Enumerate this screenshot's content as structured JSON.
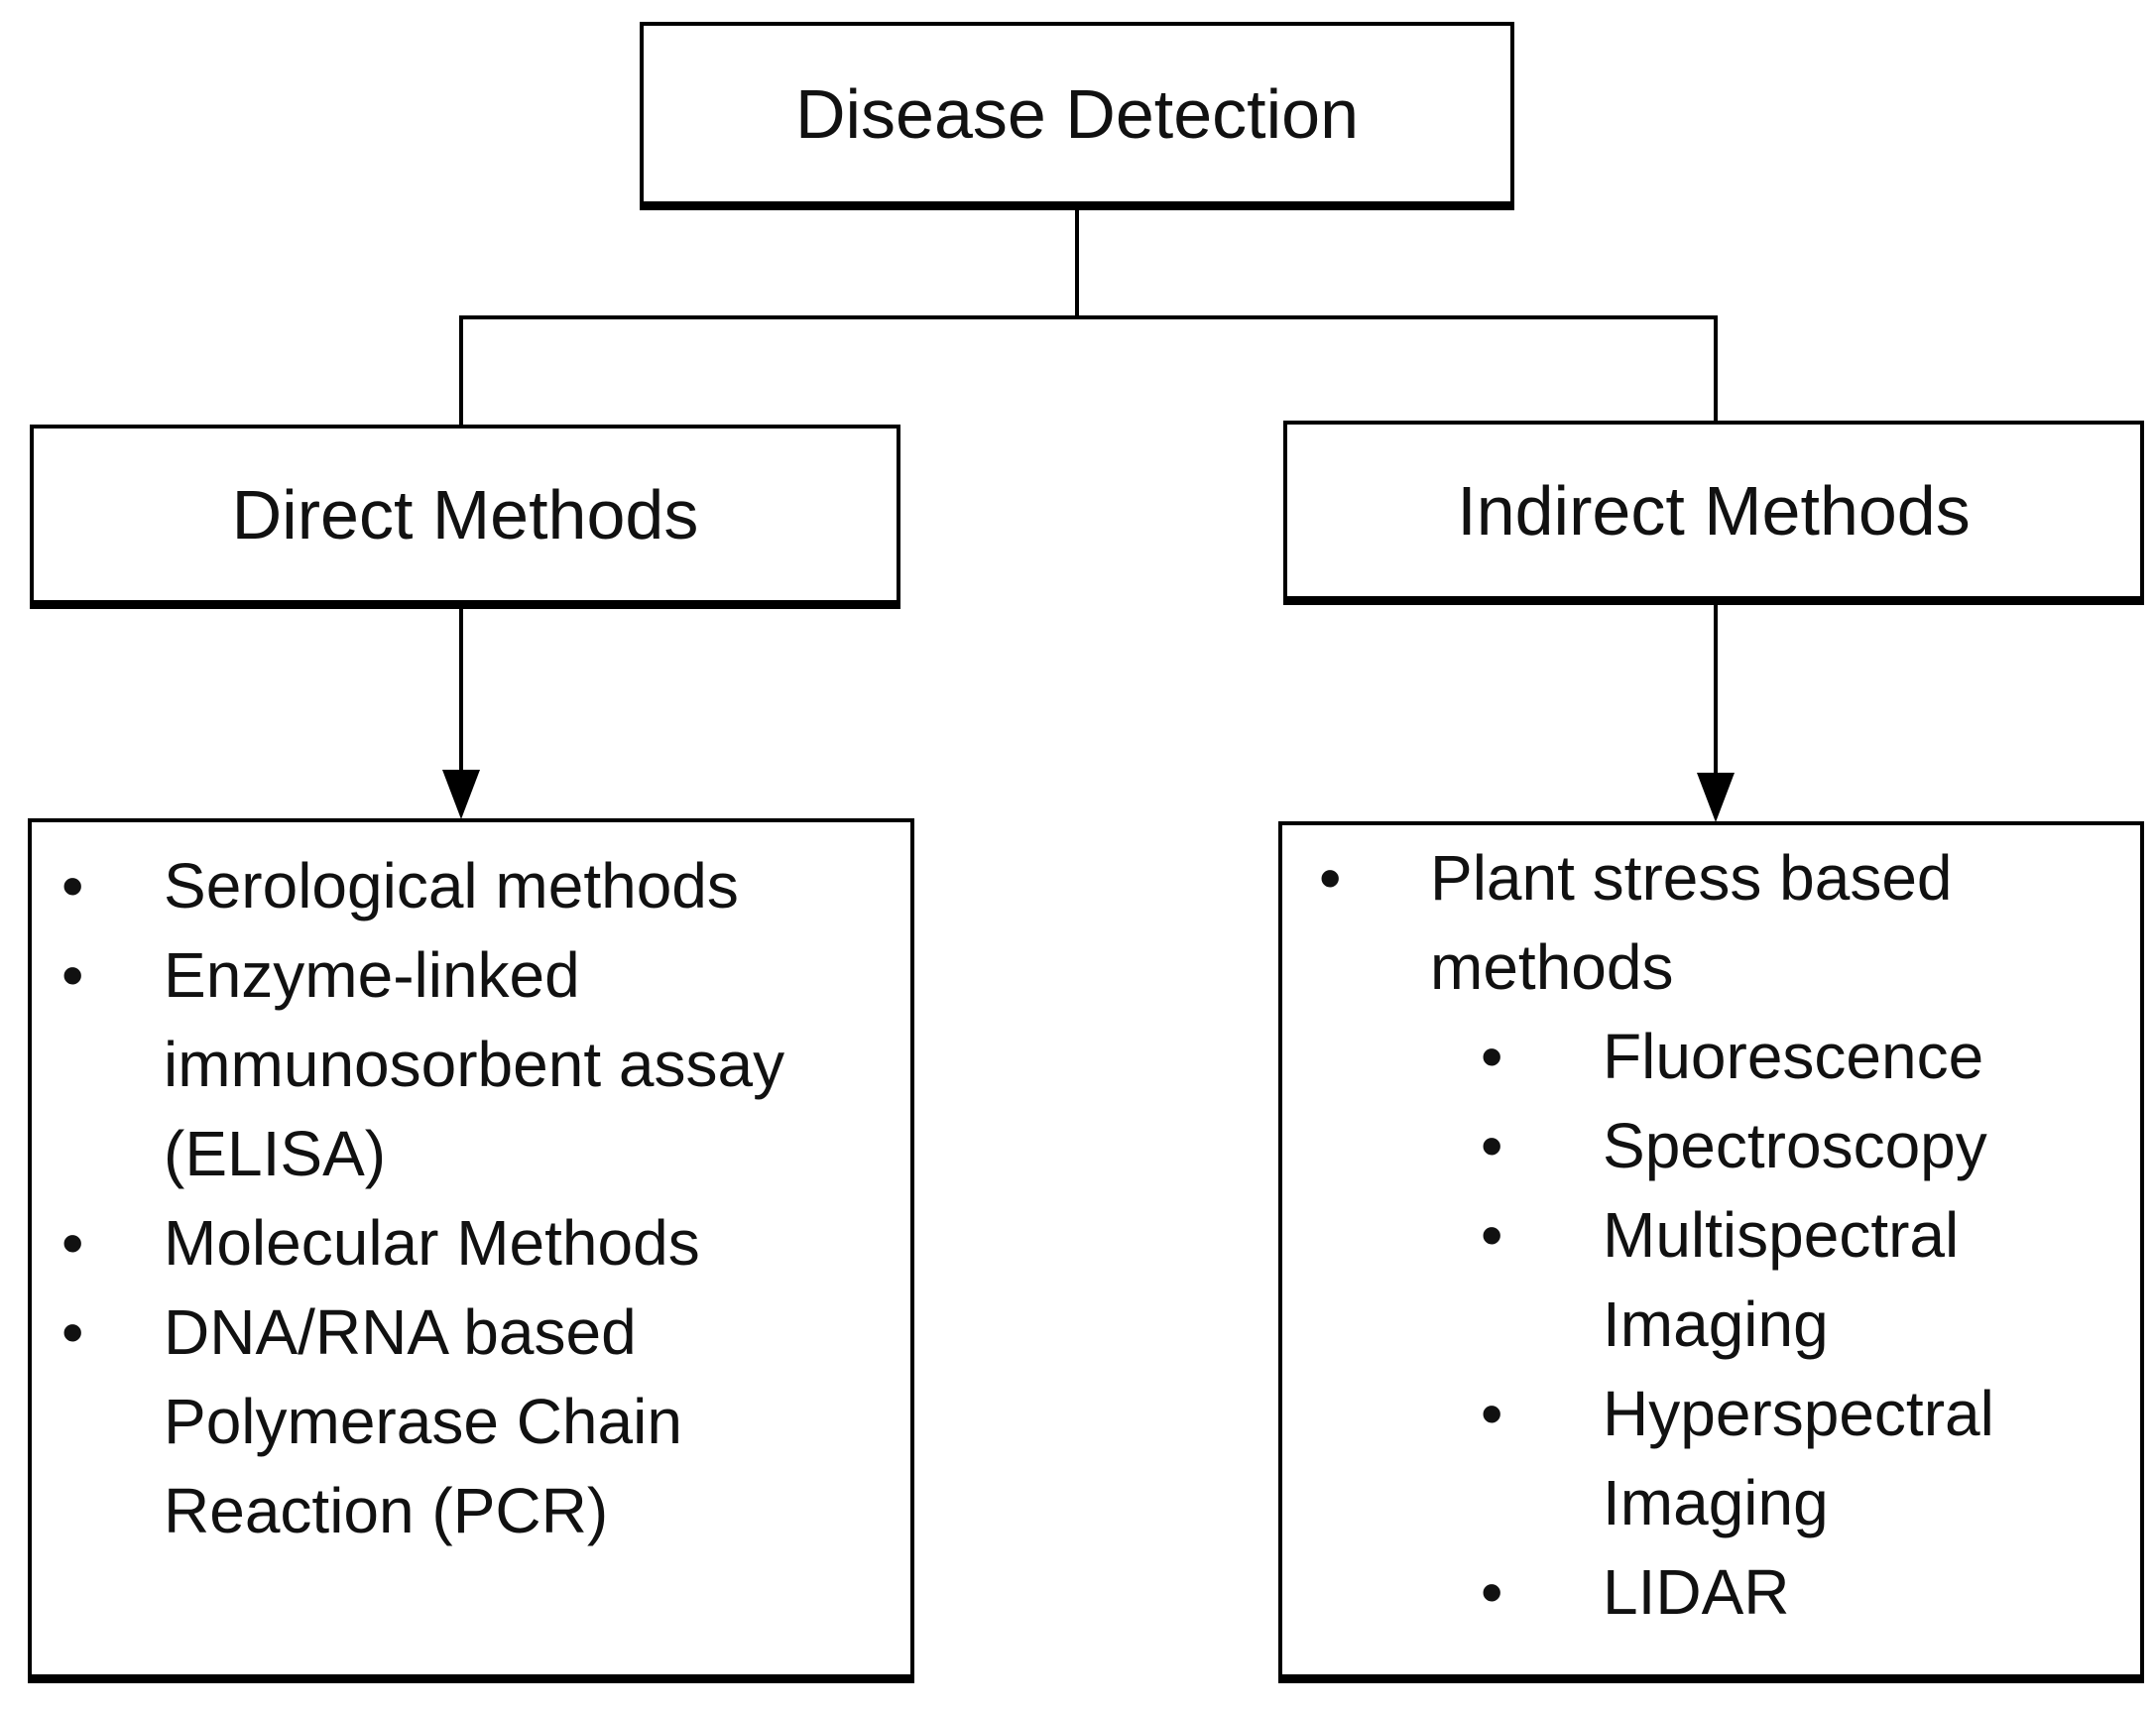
{
  "diagram": {
    "root_label": "Disease Detection",
    "bullet_glyph": "•",
    "left_branch": {
      "label": "Direct Methods",
      "items": [
        "Serological methods",
        "Enzyme-linked immunosorbent assay (ELISA)",
        "Molecular Methods",
        "DNA/RNA based Polymerase Chain Reaction (PCR)"
      ]
    },
    "right_branch": {
      "label": "Indirect Methods",
      "items": [
        "Plant stress based methods"
      ],
      "sub_items": [
        "Fluorescence",
        "Spectroscopy",
        "Multispectral Imaging",
        "Hyperspectral Imaging",
        "LIDAR"
      ]
    },
    "colors": {
      "background": "#ffffff",
      "line": "#000000",
      "text": "#111111"
    }
  }
}
